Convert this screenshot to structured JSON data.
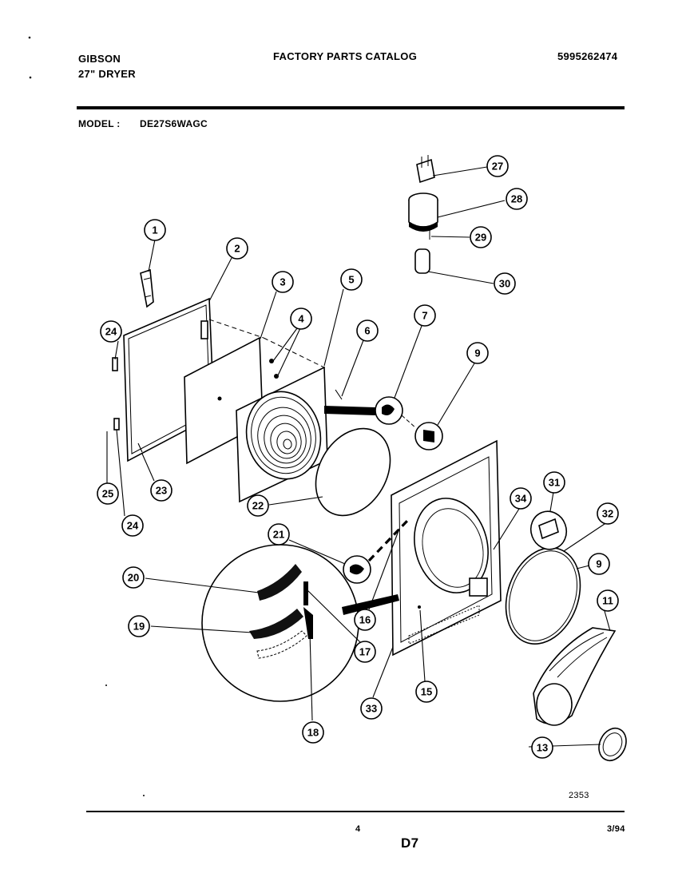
{
  "header": {
    "brand": "GIBSON",
    "product": "27\" DRYER",
    "catalog_title": "FACTORY PARTS CATALOG",
    "catalog_number": "5995262474",
    "model_label": "MODEL :",
    "model_value": "DE27S6WAGC"
  },
  "footer": {
    "drawing_number": "2353",
    "page_number": "4",
    "section": "D7",
    "date": "3/94"
  },
  "callouts": [
    "1",
    "2",
    "3",
    "4",
    "5",
    "6",
    "7",
    "9",
    "24",
    "25",
    "23",
    "24",
    "22",
    "21",
    "20",
    "19",
    "16",
    "17",
    "18",
    "33",
    "15",
    "34",
    "31",
    "32",
    "9",
    "11",
    "13",
    "27",
    "28",
    "29",
    "30"
  ]
}
